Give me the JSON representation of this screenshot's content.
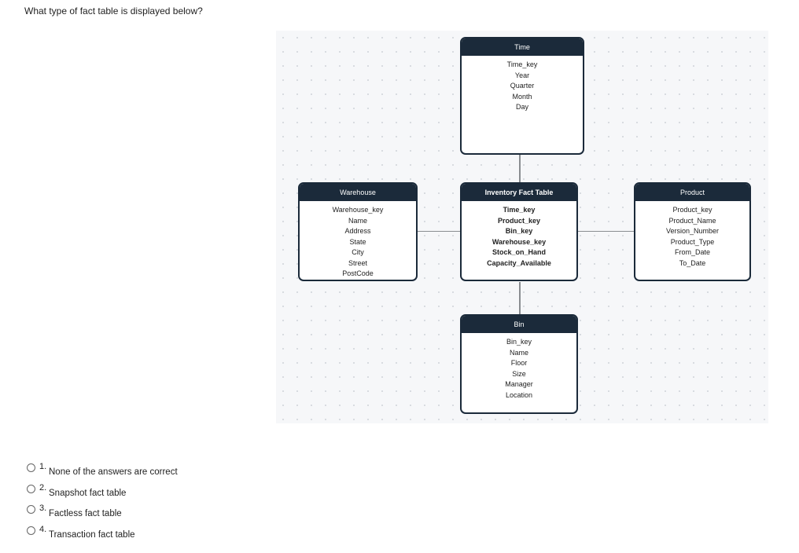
{
  "question": "What type of fact table is displayed below?",
  "diagram": {
    "time": {
      "title": "Time",
      "fields": [
        "Time_key",
        "Year",
        "Quarter",
        "Month",
        "Day"
      ]
    },
    "warehouse": {
      "title": "Warehouse",
      "fields": [
        "Warehouse_key",
        "Name",
        "Address",
        "State",
        "City",
        "Street",
        "PostCode"
      ]
    },
    "fact": {
      "title": "Inventory Fact Table",
      "fields": [
        "Time_key",
        "Product_key",
        "Bin_key",
        "Warehouse_key",
        "Stock_on_Hand",
        "Capacity_Available"
      ]
    },
    "product": {
      "title": "Product",
      "fields": [
        "Product_key",
        "Product_Name",
        "Version_Number",
        "Product_Type",
        "From_Date",
        "To_Date"
      ]
    },
    "bin": {
      "title": "Bin",
      "fields": [
        "Bin_key",
        "Name",
        "Floor",
        "Size",
        "Manager",
        "Location"
      ]
    }
  },
  "options": [
    {
      "number": "1.",
      "label": "None of the answers are correct"
    },
    {
      "number": "2.",
      "label": "Snapshot fact table"
    },
    {
      "number": "3.",
      "label": "Factless fact table"
    },
    {
      "number": "4.",
      "label": "Transaction fact table"
    }
  ]
}
